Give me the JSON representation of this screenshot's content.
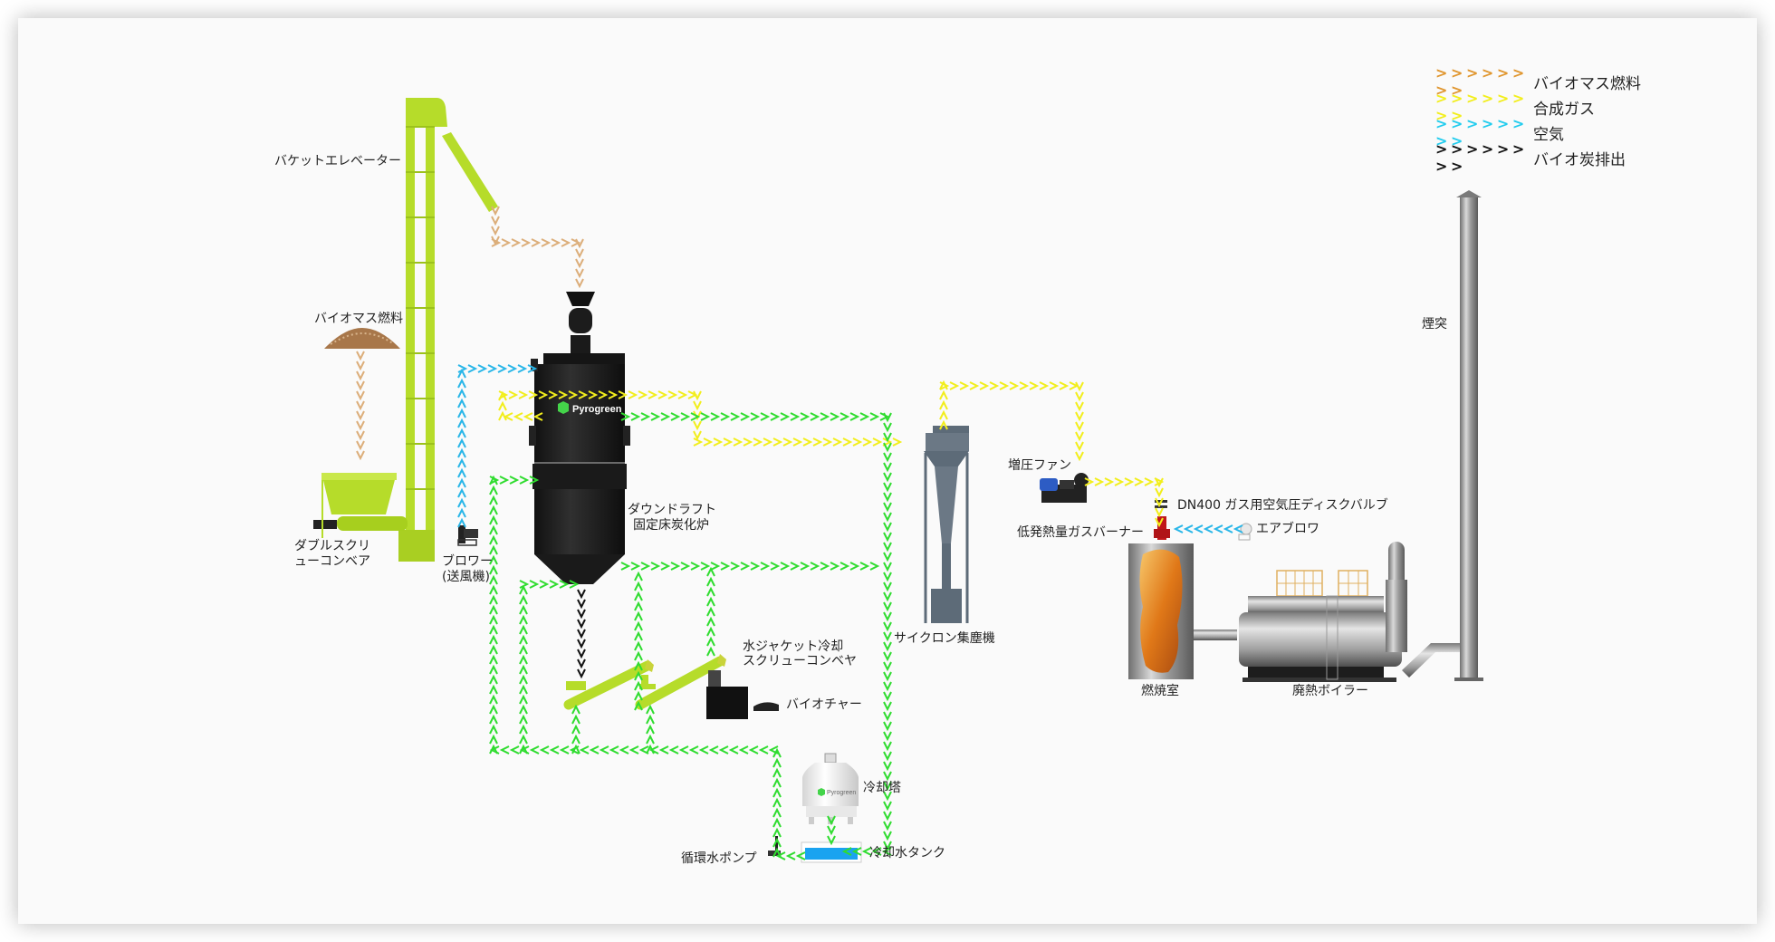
{
  "legend": [
    {
      "label": "バイオマス燃料",
      "color": "#e0962e",
      "arrows": "> > > > > > > >"
    },
    {
      "label": "合成ガス",
      "color": "#f2ee1c",
      "arrows": "> > > > > > > >"
    },
    {
      "label": "空気",
      "color": "#22ccee",
      "arrows": "> > > > > > > >"
    },
    {
      "label": "バイオ炭排出",
      "color": "#111111",
      "arrows": "> > > > > > > >"
    }
  ],
  "colors": {
    "biomass": "#dcae7a",
    "syngas": "#f2ee1c",
    "air": "#29b6e8",
    "biochar": "#111111",
    "water": "#2fdc2f",
    "equipment_green": "#b6dc2a",
    "reactor_black": "#1c1c1c",
    "cyclone_gray": "#5d6b78",
    "tank_blue": "#1aa3f0",
    "burner_red": "#c0161a"
  },
  "brand": {
    "name": "Pyrogreen"
  },
  "labels": {
    "bucket_elevator": "バケットエレベーター",
    "biomass_fuel": "バイオマス燃料",
    "double_screw_conveyor_1": "ダブルスクリ",
    "double_screw_conveyor_2": "ューコンベア",
    "blower_1": "ブロワー",
    "blower_2": "(送風機)",
    "reactor_1": "ダウンドラフト",
    "reactor_2": "固定床炭化炉",
    "water_jacket_1": "水ジャケット冷却",
    "water_jacket_2": "スクリューコンベヤ",
    "biochar": "バイオチャー",
    "cyclone": "サイクロン集塵機",
    "booster_fan": "増圧ファン",
    "disc_valve": "DN400 ガス用空気圧ディスクバルブ",
    "burner": "低発熱量ガスバーナー",
    "air_blower": "エアブロワ",
    "combustion_chamber": "燃焼室",
    "waste_heat_boiler": "廃熱ボイラー",
    "chimney": "煙突",
    "cooling_tower": "冷却塔",
    "cooling_tank": "冷却水タンク",
    "circulation_pump": "循環水ポンプ"
  },
  "flows": [
    {
      "type": "biomass",
      "points": [
        [
          398,
          392
        ],
        [
          398,
          508
        ]
      ]
    },
    {
      "type": "biomass",
      "points": [
        [
          547,
          232
        ],
        [
          547,
          268
        ],
        [
          640,
          268
        ],
        [
          640,
          322
        ]
      ]
    },
    {
      "type": "air",
      "points": [
        [
          510,
          578
        ],
        [
          510,
          407
        ],
        [
          595,
          407
        ]
      ]
    },
    {
      "type": "air",
      "points": [
        [
          1368,
          584
        ],
        [
          1298,
          584
        ]
      ]
    },
    {
      "type": "syngas",
      "points": [
        [
          555,
          436
        ],
        [
          770,
          436
        ],
        [
          770,
          488
        ],
        [
          1000,
          488
        ]
      ]
    },
    {
      "type": "syngas",
      "points": [
        [
          595,
          460
        ],
        [
          555,
          460
        ],
        [
          555,
          436
        ]
      ]
    },
    {
      "type": "syngas",
      "points": [
        [
          1042,
          470
        ],
        [
          1042,
          426
        ],
        [
          1192,
          426
        ],
        [
          1192,
          504
        ]
      ]
    },
    {
      "type": "syngas",
      "points": [
        [
          1202,
          532
        ],
        [
          1280,
          532
        ],
        [
          1280,
          578
        ]
      ]
    },
    {
      "type": "biochar",
      "points": [
        [
          642,
          655
        ],
        [
          642,
          752
        ]
      ]
    },
    {
      "type": "water",
      "points": [
        [
          690,
          460
        ],
        [
          980,
          460
        ],
        [
          980,
          940
        ],
        [
          930,
          940
        ]
      ]
    },
    {
      "type": "water",
      "points": [
        [
          855,
          828
        ],
        [
          545,
          828
        ],
        [
          545,
          530
        ],
        [
          595,
          530
        ]
      ]
    },
    {
      "type": "water",
      "points": [
        [
          858,
          942
        ],
        [
          858,
          828
        ]
      ]
    },
    {
      "type": "water",
      "points": [
        [
          578,
          828
        ],
        [
          578,
          645
        ],
        [
          640,
          645
        ]
      ]
    },
    {
      "type": "water",
      "points": [
        [
          636,
          828
        ],
        [
          636,
          780
        ]
      ]
    },
    {
      "type": "water",
      "points": [
        [
          718,
          828
        ],
        [
          718,
          780
        ]
      ]
    },
    {
      "type": "water",
      "points": [
        [
          690,
          625
        ],
        [
          970,
          625
        ]
      ]
    },
    {
      "type": "water",
      "points": [
        [
          705,
          780
        ],
        [
          705,
          628
        ]
      ]
    },
    {
      "type": "water",
      "points": [
        [
          785,
          720
        ],
        [
          785,
          628
        ]
      ]
    },
    {
      "type": "water",
      "points": [
        [
          918,
          905
        ],
        [
          918,
          935
        ]
      ]
    },
    {
      "type": "water",
      "points": [
        [
          885,
          945
        ],
        [
          862,
          945
        ]
      ]
    }
  ]
}
